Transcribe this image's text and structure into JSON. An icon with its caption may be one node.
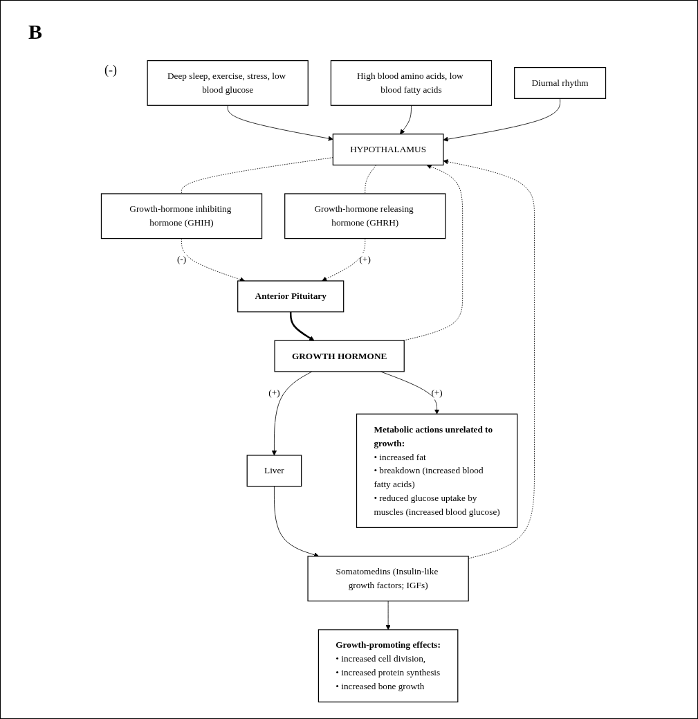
{
  "diagram": {
    "title": "B",
    "nodes": [
      {
        "text": [
          "Deep sleep, exercise, stress, low blood glucose"
        ]
      },
      {
        "text": [
          "High blood amino acids, low blood fatty acids"
        ]
      },
      {
        "text": [
          "HYPOTHALAMUS"
        ]
      },
      {
        "text": [
          "Diurnal rhythm"
        ]
      },
      {
        "text": [
          "Growth-hormone inhibiting hormone (GHIH)"
        ]
      },
      {
        "text": [
          "Anterior Pituitary"
        ]
      },
      {
        "text": [
          "Growth-hormone releasing hormone (GHRH)"
        ]
      },
      {
        "text": [
          "GROWTH HORMONE"
        ]
      },
      {
        "text": [
          "Liver"
        ]
      },
      {
        "text": [
          "Metabolic actions unrelated to growth:",
          "• increased fat",
          "• breakdown (increased blood fatty acids)",
          "• reduced glucose uptake by muscles (increased blood glucose)"
        ]
      },
      {
        "text": [
          "Somatomedins (Insulin-like growth factors; IGFs)"
        ]
      },
      {
        "text": [
          "Growth-promoting effects:",
          "• increased cell division,",
          "• increased protein synthesis",
          "• increased bone growth"
        ]
      }
    ],
    "edges": [
      {
        "from": 0,
        "to": 2,
        "arrow": "to"
      },
      {
        "from": 1,
        "to": 2,
        "arrow": "to"
      },
      {
        "from": 3,
        "to": 2,
        "arrow": "to"
      },
      {
        "from": 2,
        "to": 4,
        "arrow": "none",
        "style": "dashed"
      },
      {
        "from": 2,
        "to": 6,
        "arrow": "none",
        "style": "dashed"
      },
      {
        "from": 4,
        "to": 5,
        "arrow": "to",
        "style": "dashed",
        "label": "(-)"
      },
      {
        "from": 6,
        "to": 5,
        "arrow": "to",
        "style": "dashed",
        "label": "(+)"
      },
      {
        "from": 5,
        "to": 7,
        "arrow": "to",
        "style": "thick"
      },
      {
        "from": 7,
        "to": 2,
        "arrow": "to",
        "style": "dashed"
      },
      {
        "from": 10,
        "to": 2,
        "arrow": "to",
        "style": "dashed"
      },
      {
        "from": 7,
        "to": 8,
        "arrow": "to",
        "label": "(+)"
      },
      {
        "from": 7,
        "to": 9,
        "arrow": "to",
        "label": "(+)"
      },
      {
        "from": 8,
        "to": 10,
        "arrow": "to"
      },
      {
        "from": 10,
        "to": 11,
        "arrow": "to"
      }
    ],
    "labels": [
      "(-)"
    ]
  }
}
